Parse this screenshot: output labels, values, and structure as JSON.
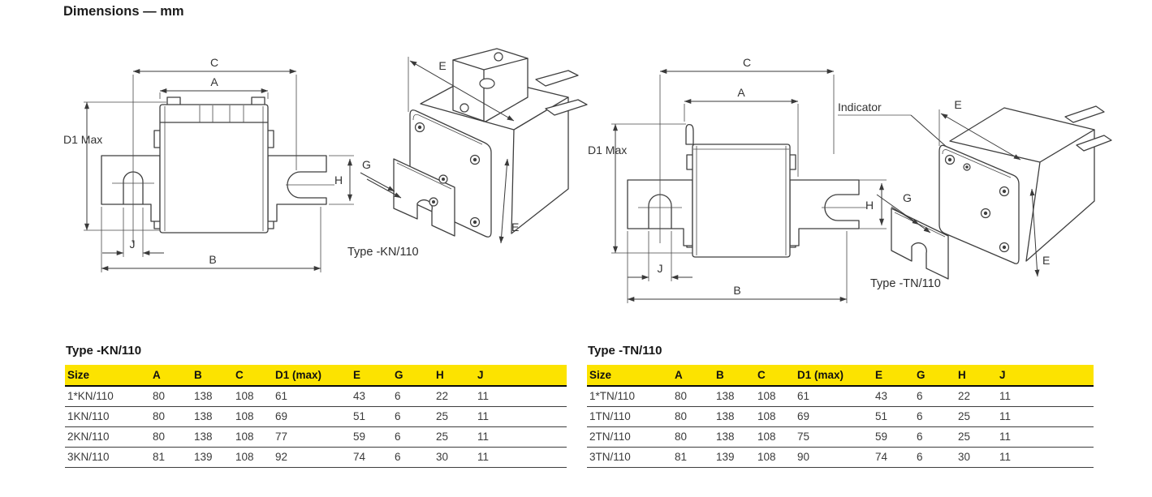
{
  "page": {
    "title": "Dimensions — mm"
  },
  "drawings": {
    "kn_front": {
      "dim_c": "C",
      "dim_a": "A",
      "dim_d1": "D1 Max",
      "dim_j": "J",
      "dim_b": "B",
      "dim_h": "H"
    },
    "kn_iso": {
      "dim_e_top": "E",
      "dim_e_bottom": "E",
      "dim_g": "G",
      "caption": "Type -KN/110"
    },
    "tn_front": {
      "dim_c": "C",
      "dim_a": "A",
      "dim_d1": "D1 Max",
      "dim_j": "J",
      "dim_b": "B",
      "dim_h": "H",
      "indicator_label": "Indicator"
    },
    "tn_iso": {
      "dim_e_top": "E",
      "dim_e_bottom": "E",
      "dim_g": "G",
      "caption": "Type -TN/110"
    }
  },
  "tables": [
    {
      "title": "Type -KN/110",
      "columns": [
        "Size",
        "A",
        "B",
        "C",
        "D1 (max)",
        "E",
        "G",
        "H",
        "J"
      ],
      "rows": [
        [
          "1*KN/110",
          "80",
          "138",
          "108",
          "61",
          "43",
          "6",
          "22",
          "11"
        ],
        [
          "1KN/110",
          "80",
          "138",
          "108",
          "69",
          "51",
          "6",
          "25",
          "11"
        ],
        [
          "2KN/110",
          "80",
          "138",
          "108",
          "77",
          "59",
          "6",
          "25",
          "11"
        ],
        [
          "3KN/110",
          "81",
          "139",
          "108",
          "92",
          "74",
          "6",
          "30",
          "11"
        ]
      ]
    },
    {
      "title": "Type -TN/110",
      "columns": [
        "Size",
        "A",
        "B",
        "C",
        "D1 (max)",
        "E",
        "G",
        "H",
        "J"
      ],
      "rows": [
        [
          "1*TN/110",
          "80",
          "138",
          "108",
          "61",
          "43",
          "6",
          "22",
          "11"
        ],
        [
          "1TN/110",
          "80",
          "138",
          "108",
          "69",
          "51",
          "6",
          "25",
          "11"
        ],
        [
          "2TN/110",
          "80",
          "138",
          "108",
          "75",
          "59",
          "6",
          "25",
          "11"
        ],
        [
          "3TN/110",
          "81",
          "139",
          "108",
          "90",
          "74",
          "6",
          "30",
          "11"
        ]
      ]
    }
  ],
  "colors": {
    "header_yellow": "#FCE300",
    "line": "#3f3f3f",
    "text": "#2d2d2d"
  }
}
